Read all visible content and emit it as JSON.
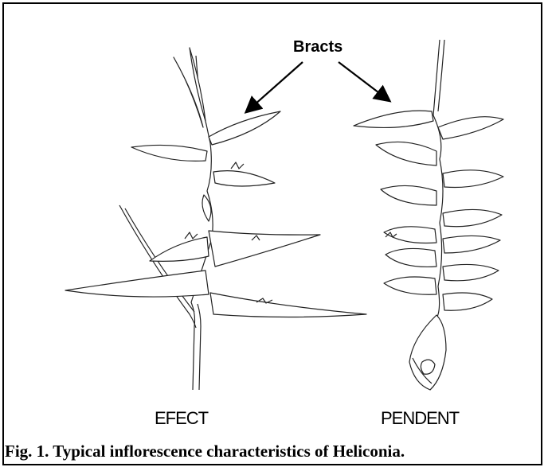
{
  "figure": {
    "callout_label": "Bracts",
    "labels": {
      "erect": "EFECT",
      "pendent": "PENDENT"
    },
    "caption": "Fig. 1. Typical inflorescence characteristics of Heliconia."
  }
}
